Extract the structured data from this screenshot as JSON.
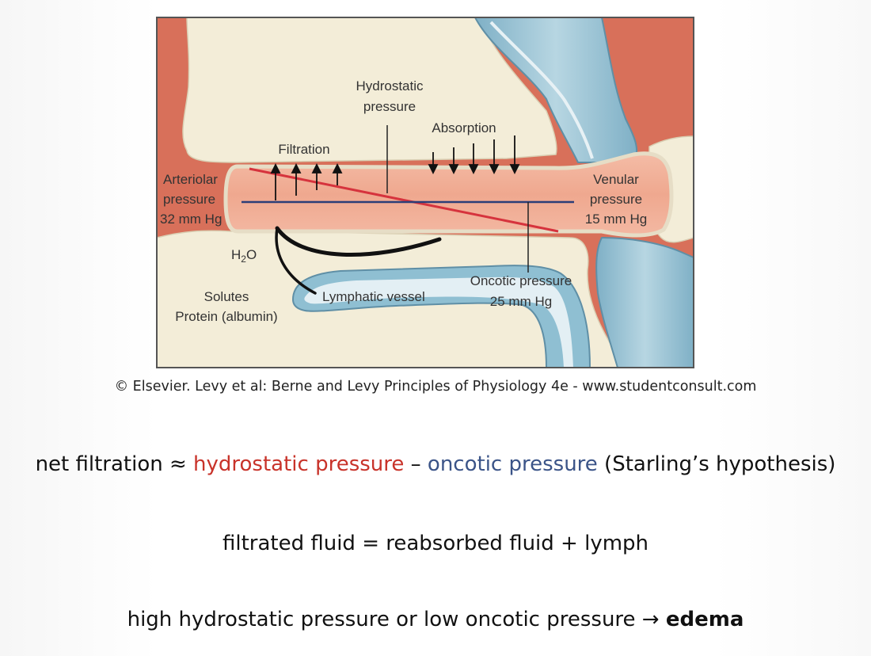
{
  "diagram": {
    "labels": {
      "hydrostatic_line1": "Hydrostatic",
      "hydrostatic_line2": "pressure",
      "absorption": "Absorption",
      "filtration": "Filtration",
      "arteriolar_line1": "Arteriolar",
      "arteriolar_line2": "pressure",
      "arteriolar_line3": "32 mm Hg",
      "venular_line1": "Venular",
      "venular_line2": "pressure",
      "venular_line3": "15 mm Hg",
      "h2o_h": "H",
      "h2o_sub": "2",
      "h2o_o": "O",
      "solutes": "Solutes",
      "protein": "Protein (albumin)",
      "lymphatic": "Lymphatic vessel",
      "oncotic_line1": "Oncotic pressure",
      "oncotic_line2": "25 mm Hg"
    },
    "colors": {
      "tissue": "#f3edd8",
      "artery": "#d8705a",
      "capillary": "#f1ac95",
      "vein_blue": "#9ec4d6",
      "hydrostatic_line": "#d6333d",
      "oncotic_line": "#2c3e78"
    }
  },
  "credit": "© Elsevier. Levy et al: Berne and Levy Principles of Physiology 4e - www.studentconsult.com",
  "equations": {
    "formula_prefix": "net filtration ≈ ",
    "formula_hydrostatic": "hydrostatic pressure",
    "formula_minus": " – ",
    "formula_oncotic": "oncotic pressure",
    "formula_suffix": " (Starling’s hypothesis)",
    "balance": "filtrated fluid = reabsorbed fluid + lymph",
    "edema_prefix": "high hydrostatic pressure or low oncotic pressure",
    "edema_arrow": " → ",
    "edema_word": "edema"
  }
}
